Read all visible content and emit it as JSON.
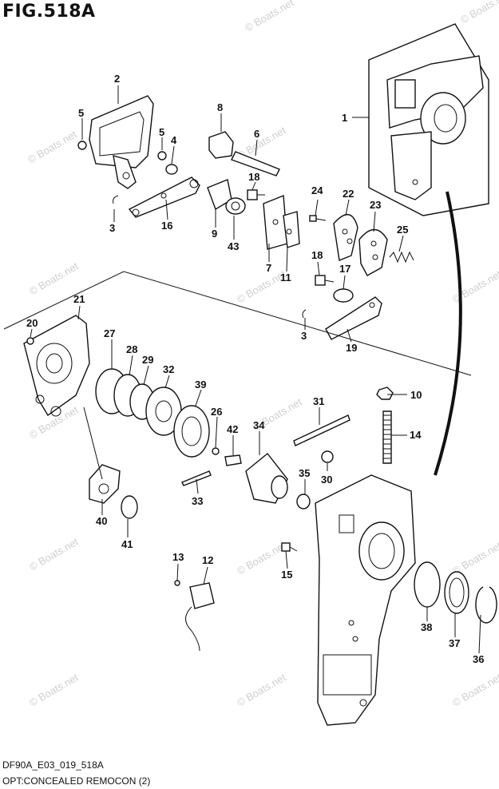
{
  "figure_title": "FIG.518A",
  "footer": {
    "code": "DF90A_E03_019_518A",
    "caption": "OPT:CONCEALED REMOCON (2)"
  },
  "watermark": "© Boats.net",
  "callouts": [
    "1",
    "2",
    "3",
    "3",
    "4",
    "5",
    "5",
    "6",
    "7",
    "8",
    "9",
    "10",
    "11",
    "12",
    "13",
    "14",
    "15",
    "16",
    "17",
    "18",
    "18",
    "19",
    "20",
    "21",
    "22",
    "23",
    "24",
    "25",
    "26",
    "27",
    "28",
    "29",
    "30",
    "31",
    "32",
    "33",
    "34",
    "35",
    "36",
    "37",
    "38",
    "39",
    "40",
    "41",
    "42",
    "43"
  ]
}
